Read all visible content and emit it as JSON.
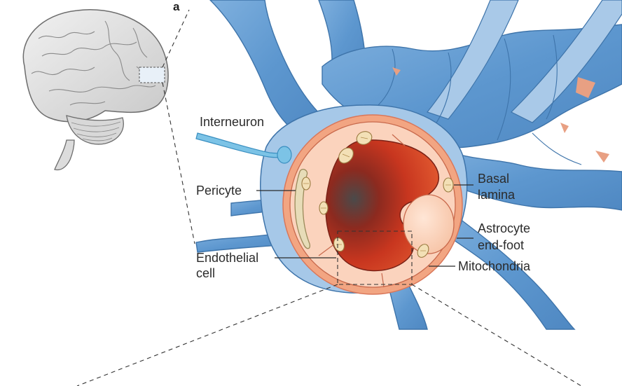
{
  "figure": {
    "panel_letter": "a",
    "labels": {
      "interneuron": "Interneuron",
      "pericyte": "Pericyte",
      "endothelial_line1": "Endothelial",
      "endothelial_line2": "cell",
      "basal_line1": "Basal",
      "basal_line2": "lamina",
      "astro_line1": "Astrocyte",
      "astro_line2": "end-foot",
      "mitochondria": "Mitochondria"
    }
  }
}
